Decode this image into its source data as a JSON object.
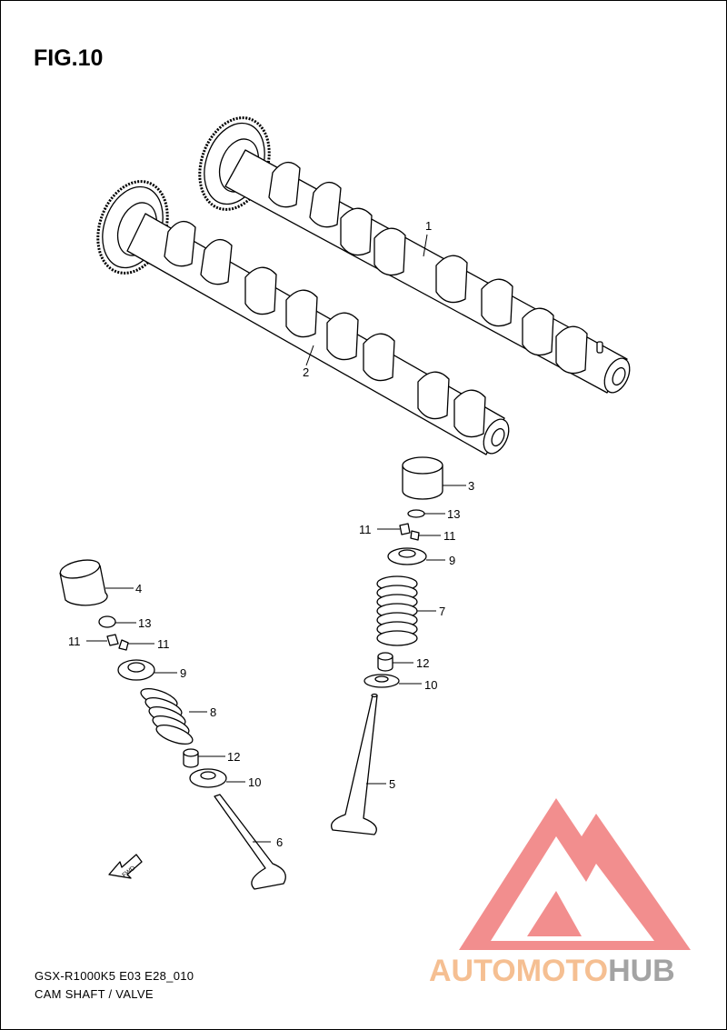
{
  "figure": {
    "title": "FIG.10"
  },
  "callouts": [
    {
      "num": "1"
    },
    {
      "num": "2"
    },
    {
      "num": "3"
    },
    {
      "num": "13"
    },
    {
      "num": "11"
    },
    {
      "num": "11"
    },
    {
      "num": "9"
    },
    {
      "num": "7"
    },
    {
      "num": "12"
    },
    {
      "num": "10"
    },
    {
      "num": "5"
    },
    {
      "num": "4"
    },
    {
      "num": "13"
    },
    {
      "num": "11"
    },
    {
      "num": "11"
    },
    {
      "num": "9"
    },
    {
      "num": "8"
    },
    {
      "num": "12"
    },
    {
      "num": "10"
    },
    {
      "num": "6"
    }
  ],
  "fwd_label": "FWD",
  "footer": {
    "model": "GSX-R1000K5 E03 E28_010",
    "section": "CAM SHAFT / VALVE"
  },
  "watermark": {
    "part1": "AUTOMOTO",
    "part2": "HUB",
    "color1": "#f5b987",
    "color2": "#9a9a9a",
    "logo_color": "#f07b7b"
  }
}
